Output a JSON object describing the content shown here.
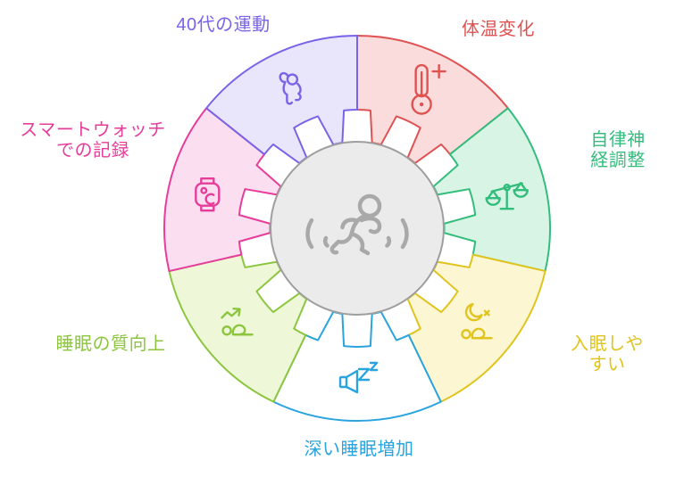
{
  "diagram": {
    "background": "#ffffff",
    "center": {
      "icon": "runner-icon",
      "fill": "#ebebeb",
      "stroke": "#9e9e9e",
      "icon_color": "#a9a9a9"
    },
    "segments": [
      {
        "id": "body-temp-change",
        "label": "体温変化",
        "color": "#e05252",
        "fill": "#fbdcdc",
        "icon": "thermometer-plus-icon"
      },
      {
        "id": "autonomic-nerve",
        "label": "自律神経調整",
        "color": "#33bd7c",
        "fill": "#d8f4e5",
        "icon": "balance-scale-icon"
      },
      {
        "id": "easy-sleep-onset",
        "label": "入眠しやすい",
        "color": "#e0c41d",
        "fill": "#fdf6d3",
        "icon": "moon-sleeper-icon"
      },
      {
        "id": "deep-sleep-increase",
        "label": "深い睡眠増加",
        "color": "#29a4df",
        "fill": "#ffffff",
        "icon": "snore-speaker-icon"
      },
      {
        "id": "sleep-quality",
        "label": "睡眠の質向上",
        "color": "#8cc63f",
        "fill": "#eef8d9",
        "icon": "sleep-trend-icon"
      },
      {
        "id": "smartwatch-recording",
        "label": "スマートウォッチ\nでの記録",
        "color": "#e63d9b",
        "fill": "#fbdeef",
        "icon": "smartwatch-temp-icon"
      },
      {
        "id": "exercise-in-40s",
        "label": "40代の運動",
        "color": "#7a63e8",
        "fill": "#e9e5fb",
        "icon": "exercise-person-icon"
      }
    ]
  }
}
